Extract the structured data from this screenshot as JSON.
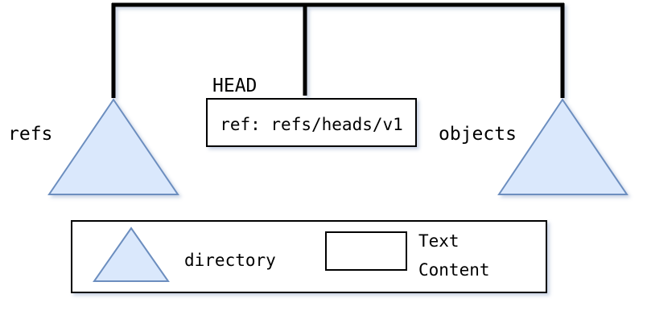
{
  "diagram": {
    "tree_lines": "root connectors",
    "nodes": {
      "refs": {
        "label": "refs"
      },
      "head": {
        "label": "HEAD",
        "content": "ref: refs/heads/v1"
      },
      "objects": {
        "label": "objects"
      }
    },
    "legend": {
      "directory_label": "directory",
      "text_content_label_line1": "Text",
      "text_content_label_line2": "Content"
    },
    "colors": {
      "line": "#000000",
      "directory_fill": "#dae8fc",
      "directory_stroke": "#6c8ebf",
      "box_fill": "#ffffff",
      "box_stroke": "#000000"
    }
  }
}
